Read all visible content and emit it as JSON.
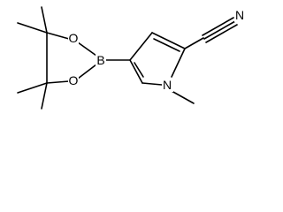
{
  "molecule": {
    "atoms": {
      "boron": "B",
      "oxygen_upper": "O",
      "oxygen_lower": "O",
      "nitrogen_ring": "N",
      "nitrogen_nitrile": "N"
    }
  }
}
